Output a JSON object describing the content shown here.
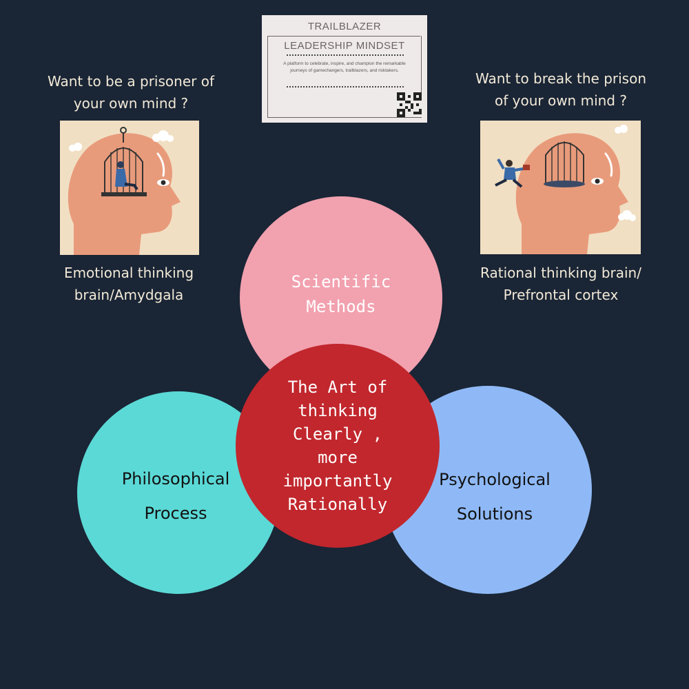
{
  "card": {
    "title_line1": "TRAILBLAZER",
    "title_line2": "LEADERSHIP MINDSET",
    "description": "A platform to celebrate, inspire, and champion the remarkable journeys of gamechangers, trailblazers, and risktakers."
  },
  "left": {
    "question_line1": "Want to be a prisoner of",
    "question_line2": "your own mind ?",
    "caption_line1": "Emotional thinking",
    "caption_line2": "brain/Amydgala"
  },
  "right": {
    "question_line1": "Want to break the prison",
    "question_line2": "of your own mind ?",
    "caption_line1": "Rational thinking brain/",
    "caption_line2": "Prefrontal cortex"
  },
  "venn": {
    "top_line1": "Scientific",
    "top_line2": "Methods",
    "left_line1": "Philosophical",
    "left_line2": "Process",
    "right_line1": "Psychological",
    "right_line2": "Solutions",
    "center_line1": "The Art of",
    "center_line2": "thinking",
    "center_line3": "Clearly ,",
    "center_line4": "more",
    "center_line5": "importantly",
    "center_line6": "Rationally"
  },
  "colors": {
    "background": "#1a2535",
    "scientific": "#f2a1af",
    "philosophical": "#5bd9d6",
    "psychological": "#8fb9f6",
    "center": "#c1272d"
  }
}
